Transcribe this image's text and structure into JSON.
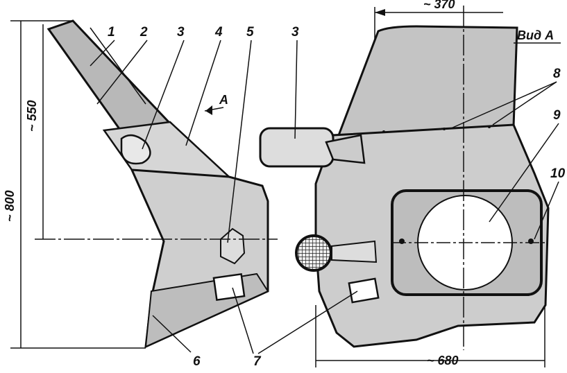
{
  "callouts": {
    "c1": "1",
    "c2": "2",
    "c3a": "3",
    "c4": "4",
    "c5": "5",
    "c3b": "3",
    "c8": "8",
    "c9": "9",
    "c10": "10",
    "c6": "6",
    "c7": "7"
  },
  "dimensions": {
    "height_total": "~ 800",
    "height_partial": "~ 550",
    "width_top": "~ 370",
    "width_bottom": "~ 680"
  },
  "view": {
    "arrow_label": "A",
    "view_title": "Вид А"
  },
  "colors": {
    "ink": "#111111",
    "shade": "#c9c9c9",
    "light": "#e2e2e2"
  }
}
